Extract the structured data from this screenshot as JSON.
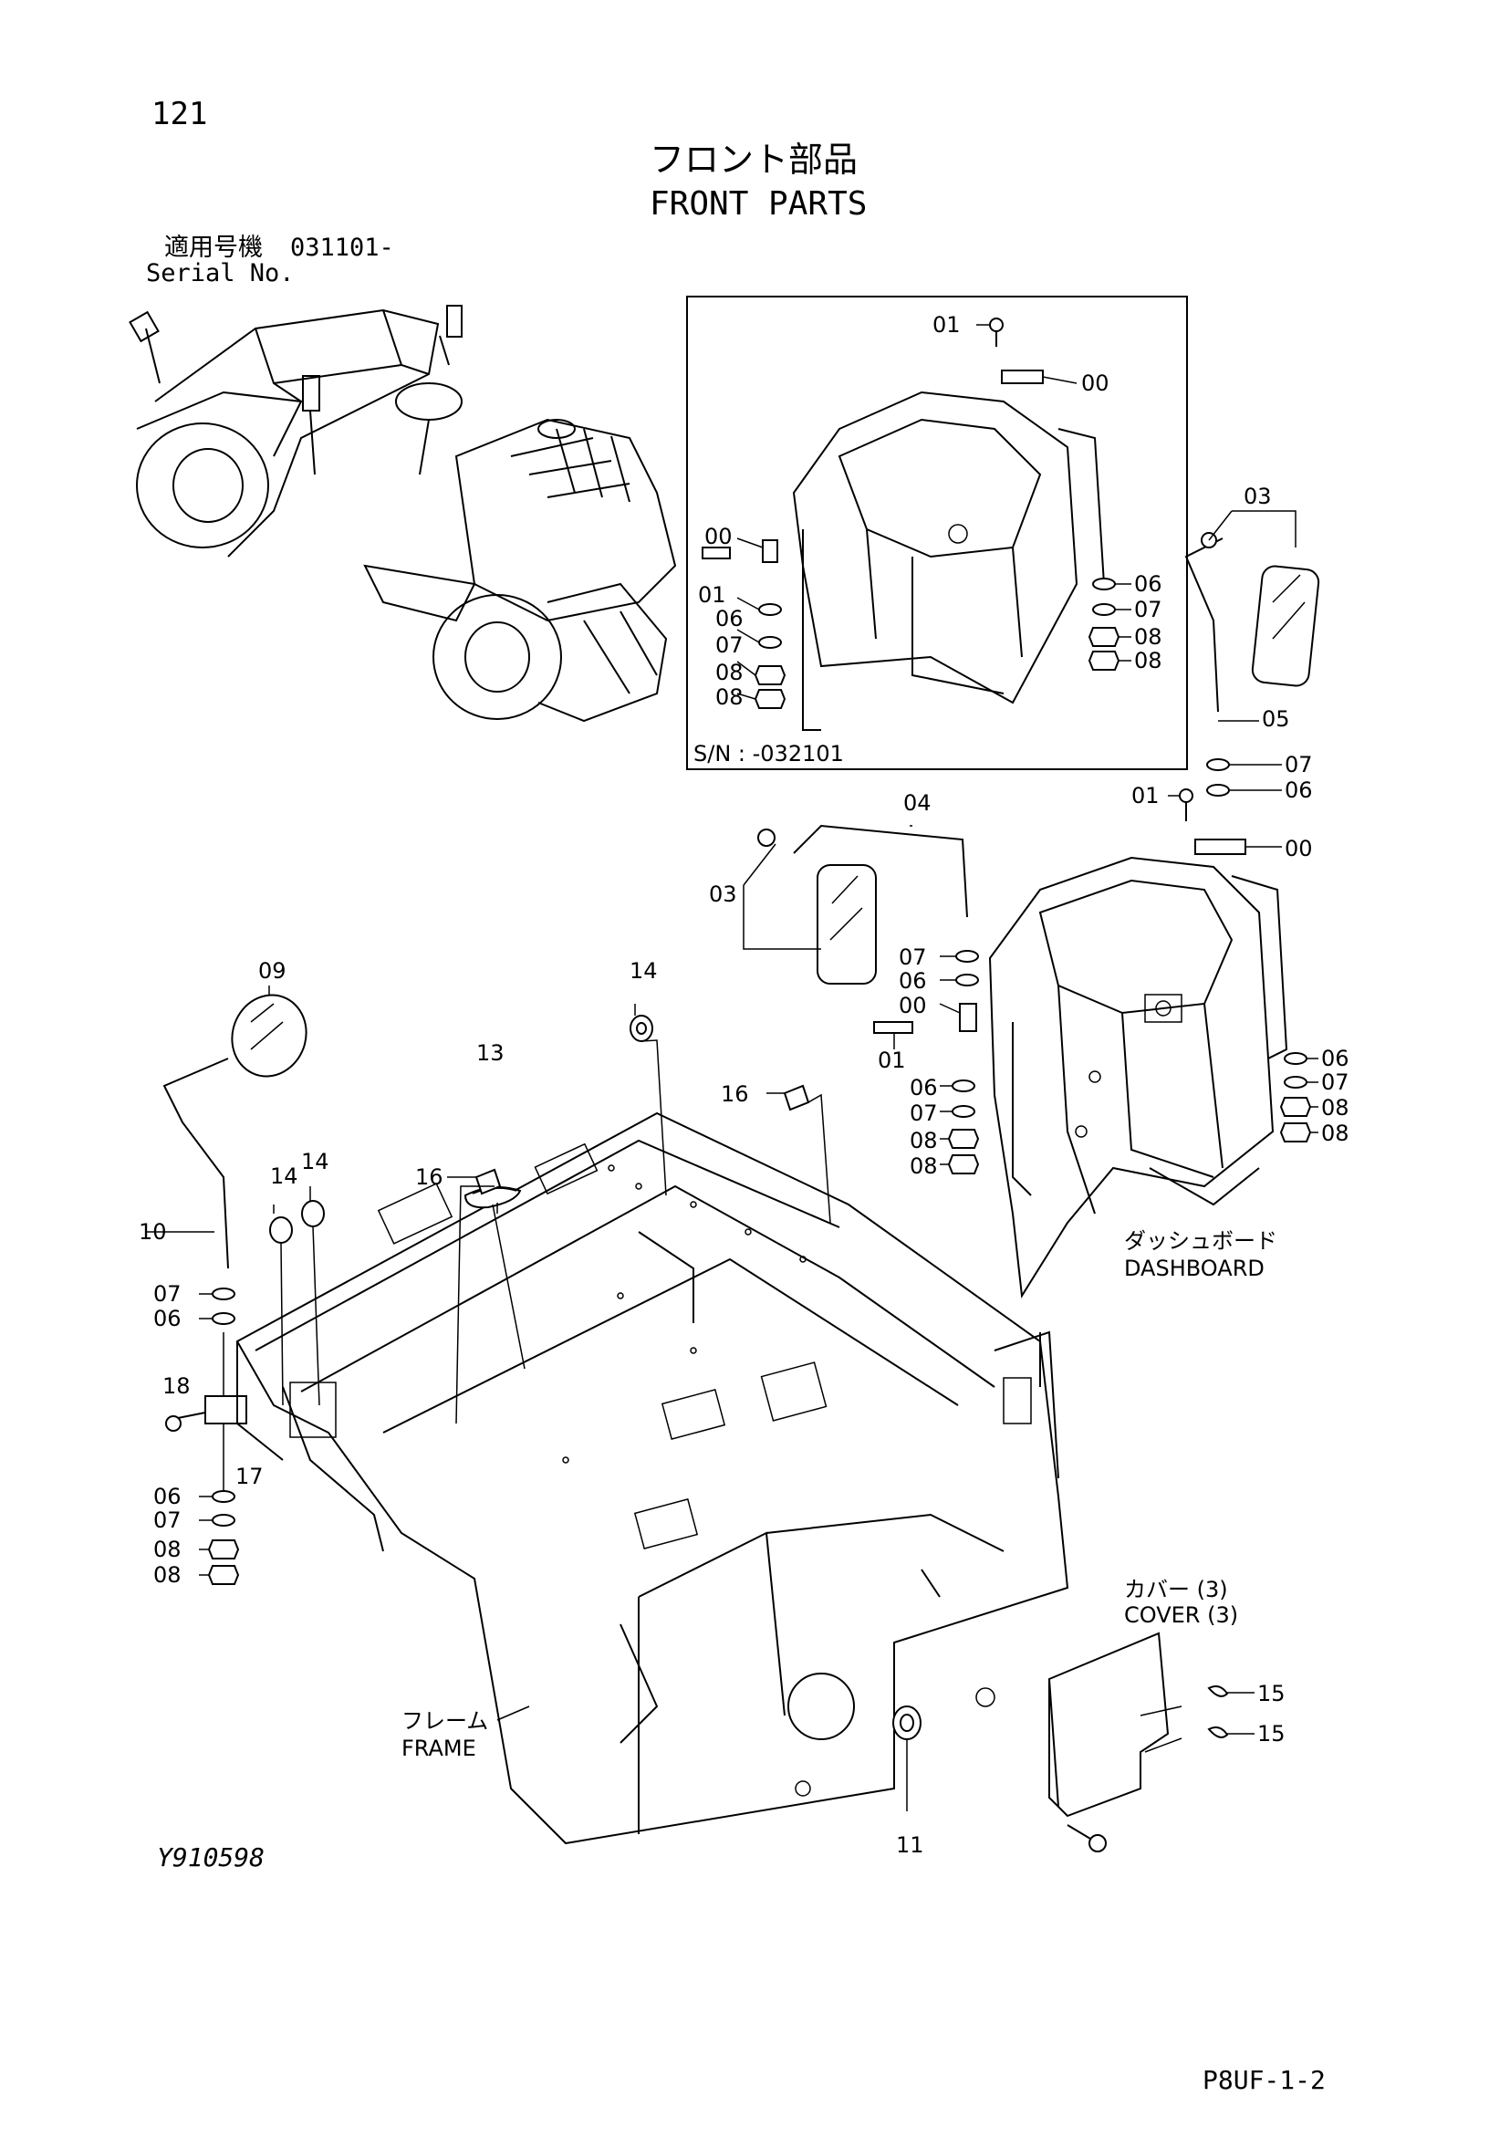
{
  "header": {
    "page_number": "121",
    "title_jp": "フロント部品",
    "title_en": "FRONT PARTS",
    "serial_label_jp": "適用号機",
    "serial_value": "031101-",
    "serial_label_en": "Serial No."
  },
  "inset": {
    "serial_note": "S/N : -032101"
  },
  "callouts": {
    "inset_01_top": "01",
    "inset_00_top": "00",
    "inset_00_left": "00",
    "inset_01_left": "01",
    "inset_06_left": "06",
    "inset_07_left": "07",
    "inset_08_left_a": "08",
    "inset_08_left_b": "08",
    "inset_06_right": "06",
    "inset_07_right": "07",
    "inset_08_right_a": "08",
    "inset_08_right_b": "08",
    "r_03": "03",
    "r_05": "05",
    "r_07": "07",
    "r_06": "06",
    "r_01": "01",
    "r_00": "00",
    "m_04": "04",
    "m_03": "03",
    "m_07a": "07",
    "m_06a": "06",
    "m_00": "00",
    "m_01": "01",
    "m_06b": "06",
    "m_07b": "07",
    "m_08a": "08",
    "m_08b": "08",
    "d_06": "06",
    "d_07": "07",
    "d_08a": "08",
    "d_08b": "08",
    "l_09": "09",
    "l_10": "10",
    "l_07": "07",
    "l_06": "06",
    "l_18": "18",
    "l_17": "17",
    "l_06b": "06",
    "l_07b": "07",
    "l_08a": "08",
    "l_08b": "08",
    "c_14a": "14",
    "c_14b": "14",
    "c_14c": "14",
    "c_13": "13",
    "c_16a": "16",
    "c_16b": "16",
    "c_11": "11",
    "c_15a": "15",
    "c_15b": "15"
  },
  "labels": {
    "dashboard_jp": "ダッシュボード",
    "dashboard_en": "DASHBOARD",
    "cover_jp": "カバー (3)",
    "cover_en": "COVER (3)",
    "frame_jp": "フレーム",
    "frame_en": "FRAME"
  },
  "footer": {
    "figure_id": "Y910598",
    "page_code": "P8UF-1-2"
  }
}
